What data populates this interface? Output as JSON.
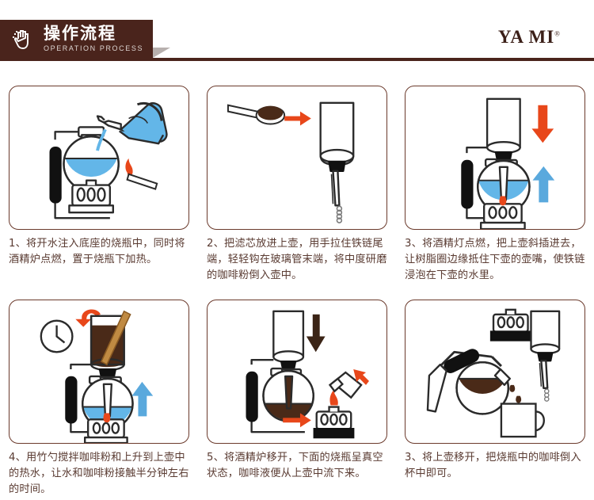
{
  "header": {
    "banner_title_cn": "操作流程",
    "banner_title_en": "OPERATION PROCESS",
    "hand_icon": "pointing-hand-icon",
    "logo_text": "YA MI",
    "logo_trademark": "®",
    "banner_color": "#4a241c",
    "rule_color": "#4a241c"
  },
  "colors": {
    "panel_border": "#6b3a2c",
    "caption_text": "#5a3b32",
    "water_blue": "#63b6e8",
    "coffee_brown": "#4a2a18",
    "flame_orange": "#e8471a",
    "arrow_red": "#e8471a",
    "arrow_blue": "#5aa9dd",
    "outline": "#2b2b2b"
  },
  "steps": [
    {
      "id": 1,
      "illustration": "kettle-pouring-water-into-flask-with-lit-burner",
      "text": "1、将开水注入底座的烧瓶中，同时将酒精炉点燃，置于烧瓶下加热。"
    },
    {
      "id": 2,
      "illustration": "spoon-of-coffee-grounds-into-upper-pot-with-filter-chain",
      "text": "2、把滤芯放进上壶，用手拉住铁链尾端，轻轻钩在玻璃管末端，将中度研磨的咖啡粉倒入壶中。"
    },
    {
      "id": 3,
      "illustration": "upper-pot-inserted-into-lower-flask-water-rising",
      "text": "3、将酒精灯点燃，把上壶斜插进去，让树脂圈边缘抵住下壶的壶嘴，使铁链浸泡在下壶的水里。"
    },
    {
      "id": 4,
      "illustration": "stirring-coffee-with-bamboo-paddle-clock-half-minute",
      "text": "4、用竹勺搅拌咖啡粉和上升到上壶中的热水，让水和咖啡粉接触半分钟左右的时间。"
    },
    {
      "id": 5,
      "illustration": "burner-removed-coffee-flowing-down-into-flask",
      "text": "5、将酒精炉移开，下面的烧瓶呈真空状态，咖啡液便从上壶中流下来。"
    },
    {
      "id": 6,
      "illustration": "pouring-brewed-coffee-from-flask-into-mug",
      "text": "3、将上壶移开，把烧瓶中的咖啡倒入杯中即可。"
    }
  ]
}
